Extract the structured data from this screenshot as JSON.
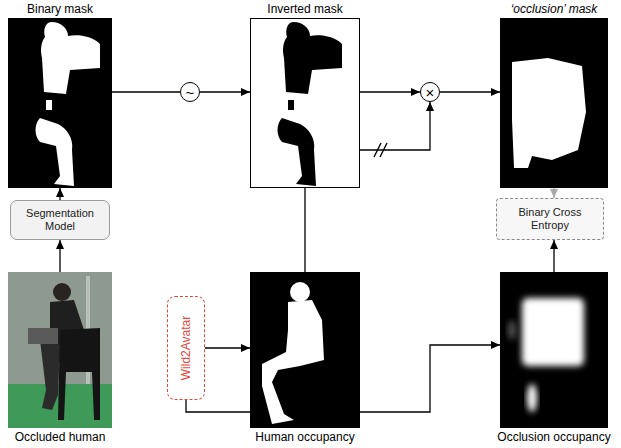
{
  "diagram": {
    "nodes": [
      {
        "text": [
          "Binary mask"
        ]
      },
      {
        "text": [
          "~"
        ]
      },
      {
        "text": [
          "Inverted mask"
        ]
      },
      {
        "text": [
          "×"
        ]
      },
      {
        "text": [
          "‘occlusion’ mask"
        ]
      },
      {
        "text": [
          "Segmentation Model"
        ]
      },
      {
        "text": [
          "Binary Cross Entropy"
        ]
      },
      {
        "text": [
          "Occluded human"
        ]
      },
      {
        "text": [
          "Wild2Avatar"
        ]
      },
      {
        "text": [
          "Human occupancy"
        ]
      },
      {
        "text": [
          "Occlusion occupancy"
        ]
      }
    ],
    "edges": [
      {
        "from": 7,
        "to": 5,
        "arrow": "to"
      },
      {
        "from": 5,
        "to": 0,
        "arrow": "to"
      },
      {
        "from": 0,
        "to": 1,
        "arrow": "none"
      },
      {
        "from": 1,
        "to": 2,
        "arrow": "to"
      },
      {
        "from": 2,
        "to": 3,
        "arrow": "to"
      },
      {
        "from": 3,
        "to": 4,
        "arrow": "to"
      },
      {
        "from": 9,
        "to": 3,
        "arrow": "to"
      },
      {
        "from": 8,
        "to": 9,
        "arrow": "to"
      },
      {
        "from": 8,
        "to": 10,
        "arrow": "to"
      },
      {
        "from": 10,
        "to": 6,
        "arrow": "to"
      },
      {
        "from": 4,
        "to": 6,
        "arrow": "to"
      }
    ]
  }
}
